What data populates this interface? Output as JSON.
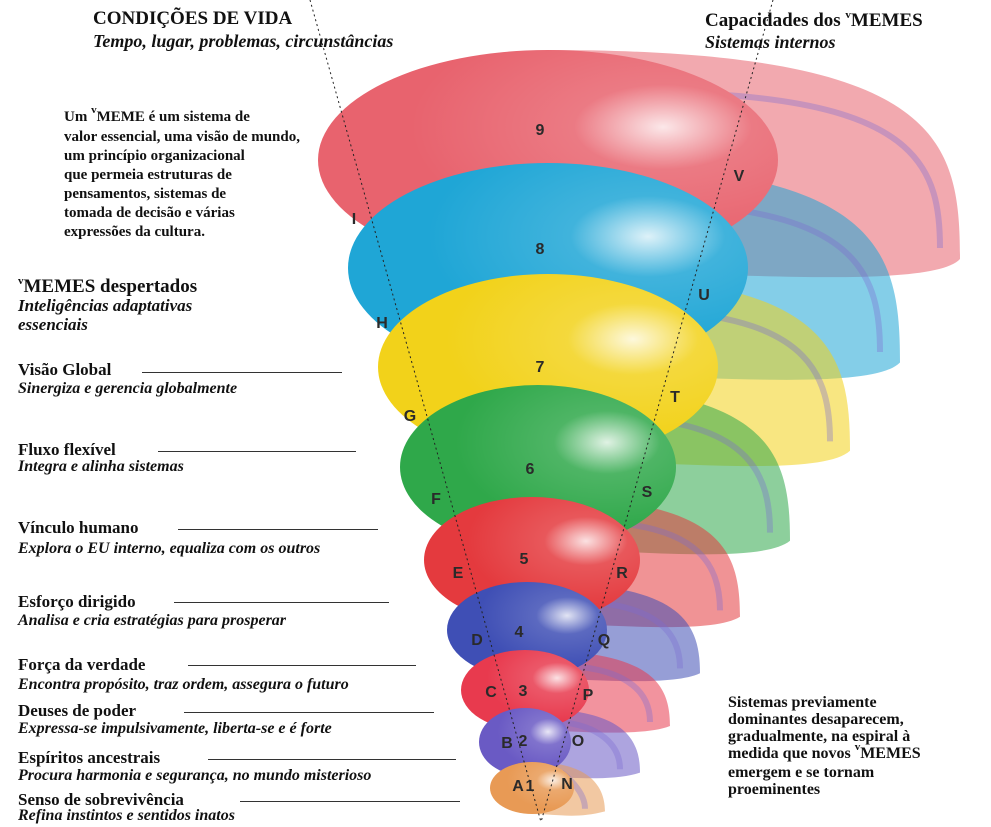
{
  "header_left": {
    "title": "CONDIÇÕES DE VIDA",
    "subtitle": "Tempo, lugar, problemas, circunstâncias"
  },
  "header_right": {
    "title_prefix": "Capacidades dos ",
    "title_sup": "v",
    "title_suffix": "MEMES",
    "subtitle": "Sistemas internos"
  },
  "definition": {
    "line1_prefix": "Um ",
    "line1_sup": "v",
    "line1_suffix": "MEME é um sistema de",
    "lines": [
      "valor essencial, uma visão de mundo,",
      "um princípio organizacional",
      "que permeia estruturas de",
      "pensamentos, sistemas de",
      "tomada de decisão e várias",
      "expressões da cultura."
    ]
  },
  "awakened": {
    "title_sup": "v",
    "title_suffix": "MEMES despertados",
    "subtitle_line1": "Inteligências adaptativas",
    "subtitle_line2": "essenciais"
  },
  "levels": [
    {
      "name": "Visão Global",
      "desc": "Sinergiza e gerencia globalmente"
    },
    {
      "name": "Fluxo flexível",
      "desc": "Integra e alinha sistemas"
    },
    {
      "name": "Vínculo humano",
      "desc": "Explora o EU interno, equaliza com os outros"
    },
    {
      "name": "Esforço dirigido",
      "desc": "Analisa e cria estratégias para prosperar"
    },
    {
      "name": "Força da verdade",
      "desc": "Encontra propósito, traz ordem, assegura o futuro"
    },
    {
      "name": "Deuses de poder",
      "desc": "Expressa-se impulsivamente, liberta-se e é forte"
    },
    {
      "name": "Espíritos ancestrais",
      "desc": "Procura harmonia e segurança, no mundo misterioso"
    },
    {
      "name": "Senso de sobrevivência",
      "desc": "Refina instintos e sentidos inatos"
    }
  ],
  "footer": {
    "lines": [
      "Sistemas previamente",
      "dominantes desaparecem,",
      "gradualmente, na espiral à"
    ],
    "line4_prefix": "medida que novos ",
    "line4_sup": "v",
    "line4_suffix": "MEMES",
    "lines_end": [
      "emergem e se tornam",
      "proeminentes"
    ]
  },
  "spiral": {
    "numbers": [
      "9",
      "8",
      "7",
      "6",
      "5",
      "4",
      "3",
      "2",
      "1"
    ],
    "left_letters": [
      "I",
      "H",
      "G",
      "F",
      "E",
      "D",
      "C",
      "B",
      "A"
    ],
    "right_letters": [
      "V",
      "U",
      "T",
      "S",
      "R",
      "Q",
      "P",
      "O",
      "N"
    ],
    "colors": [
      "#e8636e",
      "#1fa6d6",
      "#f2d21a",
      "#2fa84a",
      "#e43a3e",
      "#3f4fb5",
      "#e83a4e",
      "#6a5ac4",
      "#e89a55"
    ]
  }
}
